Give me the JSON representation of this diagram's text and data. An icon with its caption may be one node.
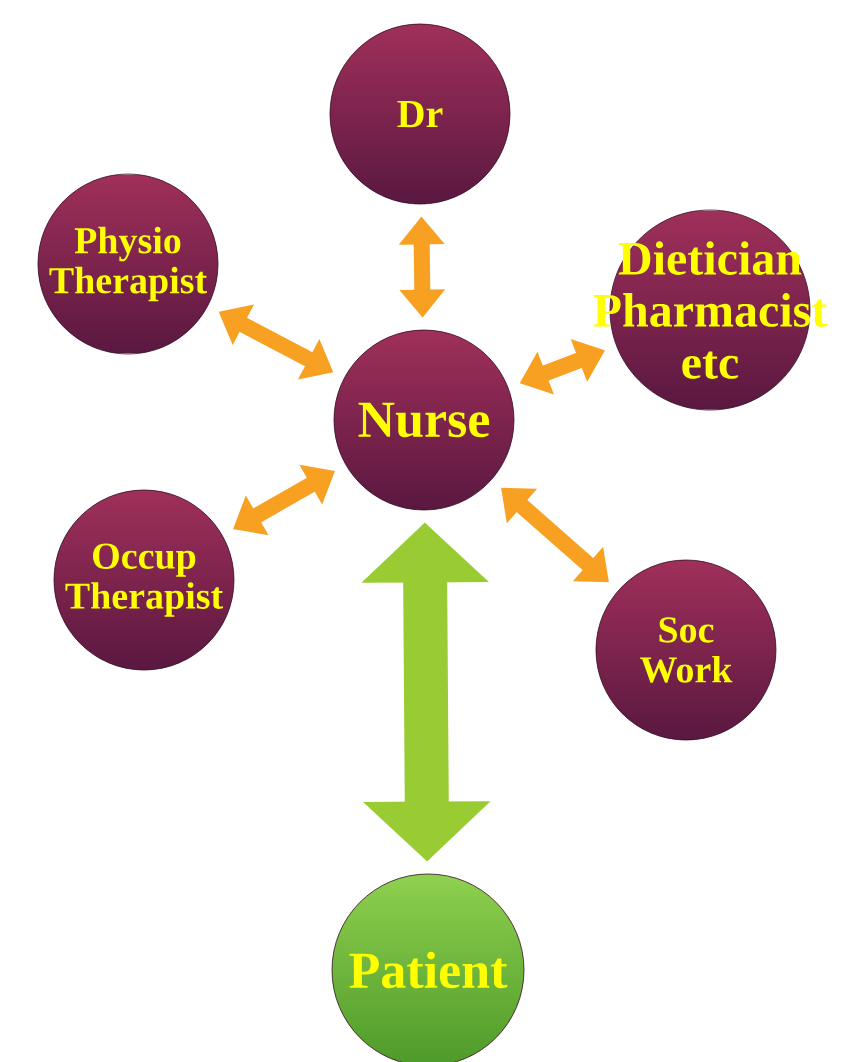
{
  "diagram": {
    "nodes": [
      {
        "text": [
          "Dr"
        ]
      },
      {
        "text": [
          "Physio Therapist"
        ]
      },
      {
        "text": [
          "Dietician Pharmacist etc"
        ]
      },
      {
        "text": [
          "Nurse"
        ]
      },
      {
        "text": [
          "Occup Therapist"
        ]
      },
      {
        "text": [
          "Soc Work"
        ]
      },
      {
        "text": [
          "Patient"
        ]
      }
    ],
    "edges": [
      {
        "from": 3,
        "to": 0,
        "arrow": "both"
      },
      {
        "from": 3,
        "to": 1,
        "arrow": "both"
      },
      {
        "from": 3,
        "to": 2,
        "arrow": "both"
      },
      {
        "from": 3,
        "to": 4,
        "arrow": "both"
      },
      {
        "from": 3,
        "to": 5,
        "arrow": "both"
      },
      {
        "from": 3,
        "to": 6,
        "arrow": "both",
        "style": "thick",
        "color": "#99cc33"
      }
    ]
  }
}
